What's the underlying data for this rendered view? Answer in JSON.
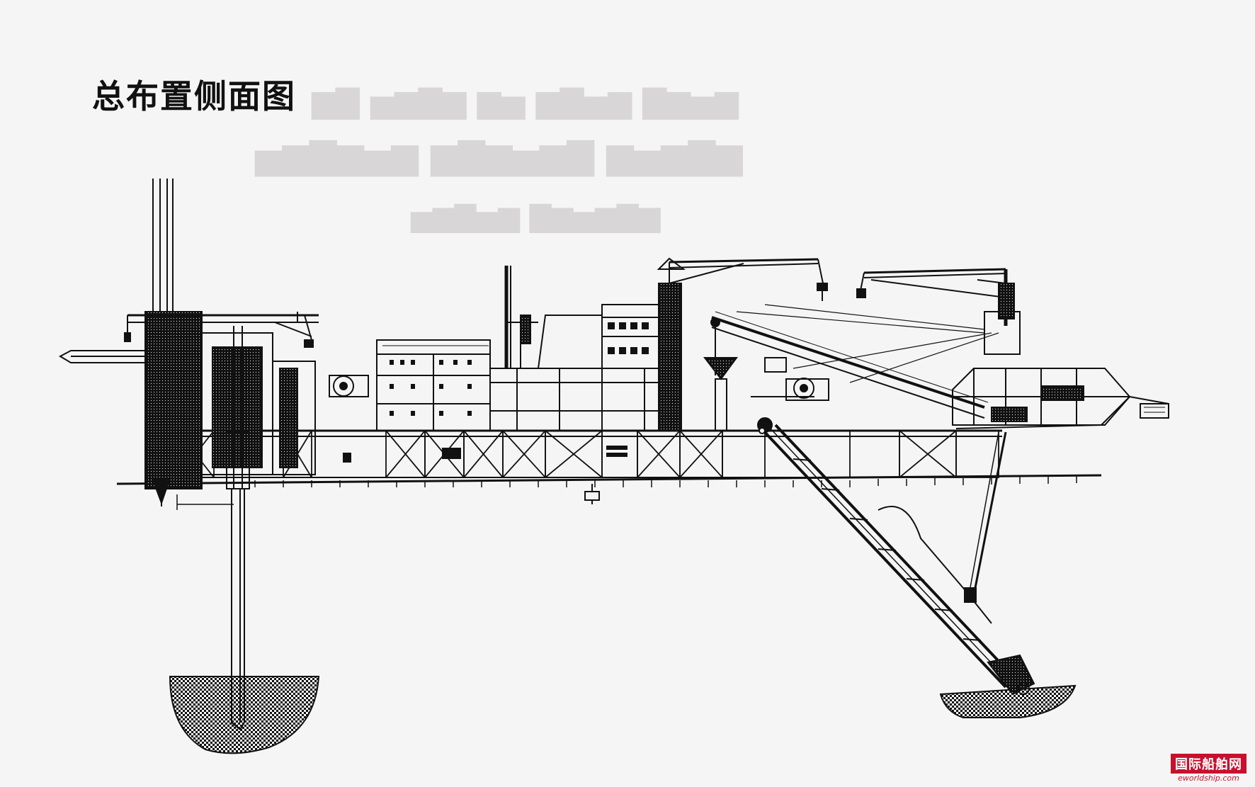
{
  "title": "总布置侧面图",
  "watermark": {
    "chinese": "国际船舶网",
    "url": "eworldship.com"
  },
  "colors": {
    "ink": "#111111",
    "paper": "#f6f5f6",
    "ghost_text": "#d9d6d8",
    "watermark_red": "#c8102e"
  }
}
